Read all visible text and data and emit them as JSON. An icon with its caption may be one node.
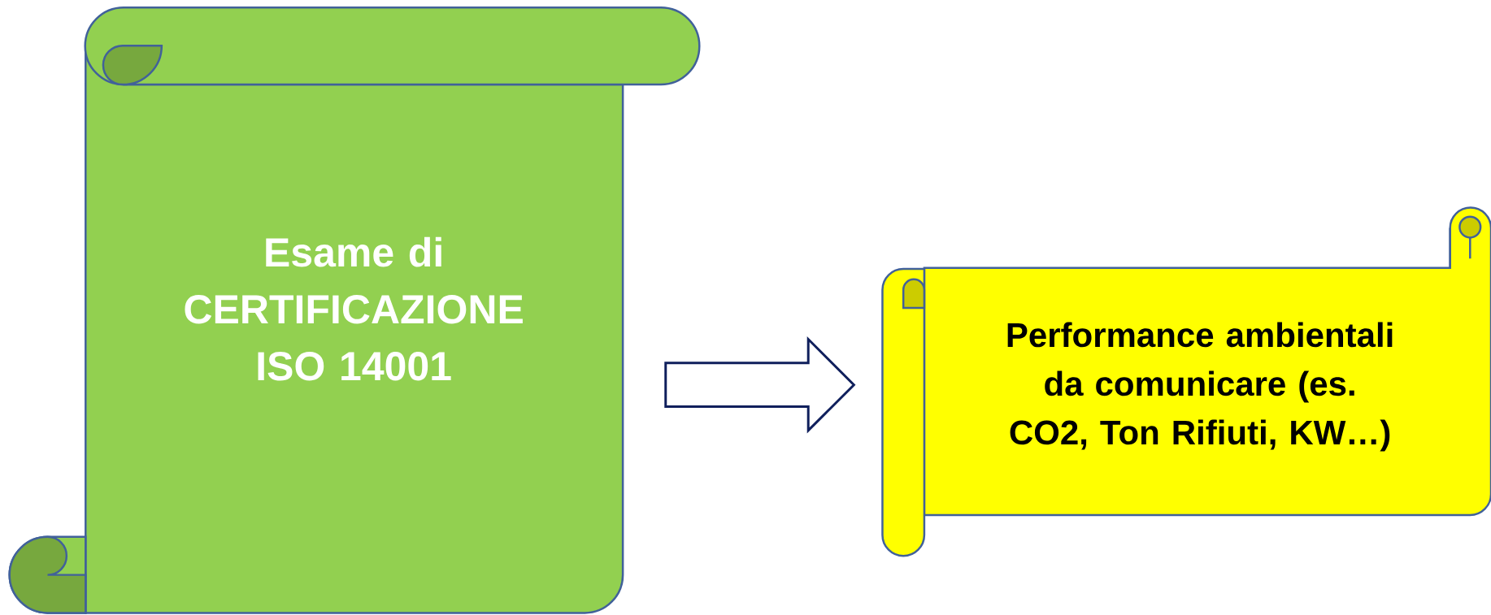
{
  "diagram": {
    "nodes": [
      {
        "text": [
          "Esame di CERTIFICAZIONE ISO 14001"
        ]
      },
      {
        "text": [
          "Performance ambientali da comunicare (es. CO2, Ton Rifiuti, KW…)"
        ]
      }
    ],
    "edges": [
      {
        "from": 0,
        "to": 1,
        "arrow": "to"
      }
    ]
  }
}
